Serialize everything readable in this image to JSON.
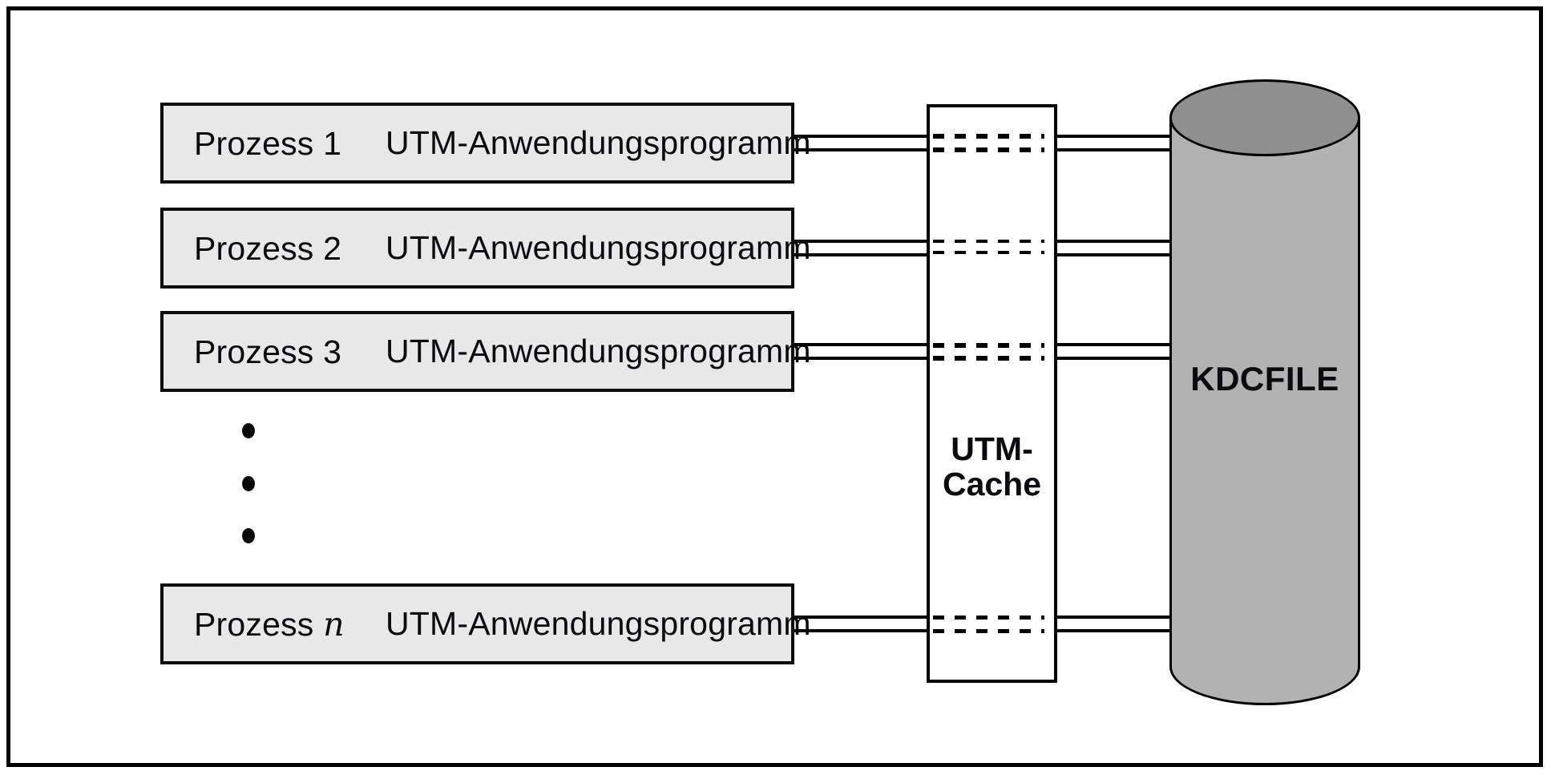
{
  "figure": {
    "processes": [
      {
        "label": "Prozess 1",
        "label_em": "",
        "program": "UTM-Anwendungsprogramm"
      },
      {
        "label": "Prozess 2",
        "label_em": "",
        "program": "UTM-Anwendungsprogramm"
      },
      {
        "label": "Prozess 3",
        "label_em": "",
        "program": "UTM-Anwendungsprogramm"
      },
      {
        "label": "Prozess ",
        "label_em": "n",
        "program": "UTM-Anwendungsprogramm"
      }
    ],
    "cache": {
      "label_line1": "UTM-",
      "label_line2": "Cache"
    },
    "database": {
      "label": "KDCFILE"
    },
    "colors": {
      "process_box_fill": "#e8e8e8",
      "cylinder_body": "#b2b2b2",
      "cylinder_top": "#8f8f8f",
      "line_color": "#000000",
      "text_color": "#0a0a0f"
    }
  }
}
